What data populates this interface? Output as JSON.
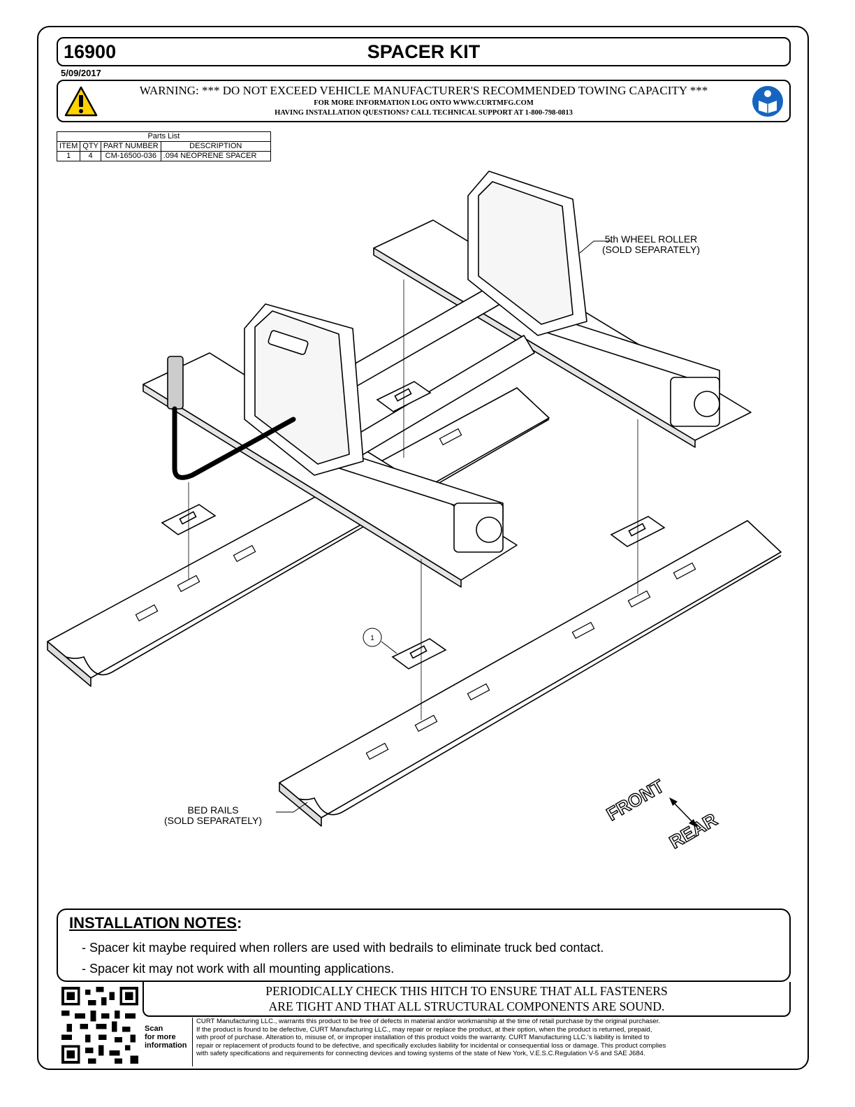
{
  "header": {
    "part_number": "16900",
    "title": "SPACER KIT",
    "date": "5/09/2017"
  },
  "warning": {
    "line1": "WARNING: *** DO NOT EXCEED VEHICLE MANUFACTURER'S RECOMMENDED TOWING CAPACITY ***",
    "line2": "FOR MORE INFORMATION LOG ONTO WWW.CURTMFG.COM",
    "line3": "HAVING INSTALLATION QUESTIONS?  CALL TECHNICAL SUPPORT AT 1-800-798-0813",
    "warning_icon": "warning-triangle-icon",
    "manual_icon": "read-manual-icon"
  },
  "parts_list": {
    "title": "Parts List",
    "headers": [
      "ITEM",
      "QTY",
      "PART NUMBER",
      "DESCRIPTION"
    ],
    "rows": [
      [
        "1",
        "4",
        "CM-16500-036",
        ".094 NEOPRENE SPACER"
      ]
    ]
  },
  "drawing": {
    "label_roller": [
      "5th WHEEL ROLLER",
      "(SOLD SEPARATELY)"
    ],
    "label_rails": [
      "BED RAILS",
      "(SOLD SEPARATELY)"
    ],
    "balloon_item": "1",
    "front_label": "FRONT",
    "rear_label": "REAR"
  },
  "installation_notes": {
    "title": "INSTALLATION NOTES",
    "title_suffix": ":",
    "notes": [
      "- Spacer kit maybe required when rollers are used with bedrails to eliminate truck bed contact.",
      "- Spacer kit may not work with all mounting applications."
    ]
  },
  "footer": {
    "periodic_line1": "PERIODICALLY CHECK THIS HITCH TO ENSURE THAT ALL FASTENERS",
    "periodic_line2": "ARE TIGHT AND THAT ALL STRUCTURAL COMPONENTS ARE SOUND.",
    "scan_text": [
      "Scan",
      "for more",
      "information"
    ],
    "qr_icon": "qr-code-icon",
    "warranty_lines": [
      "CURT Manufacturing LLC., warrants this product to be free of defects in material and/or workmanship at the time of retail purchase by the original purchaser.",
      "If the product is found to be defective, CURT Manufacturing LLC., may repair or replace the product, at their option, when the product is returned, prepaid,",
      "with proof of purchase.  Alteration to, misuse of, or improper installation of this product voids the warranty.  CURT Manufacturing LLC.'s liability is limited to",
      "repair or replacement of products found to be defective, and specifically excludes liability for incidental or consequential loss or damage.  This product complies",
      "with safety specifications and requirements for connecting devices and towing systems of the state of New York, V.E.S.C.Regulation V-5 and SAE J684."
    ]
  }
}
